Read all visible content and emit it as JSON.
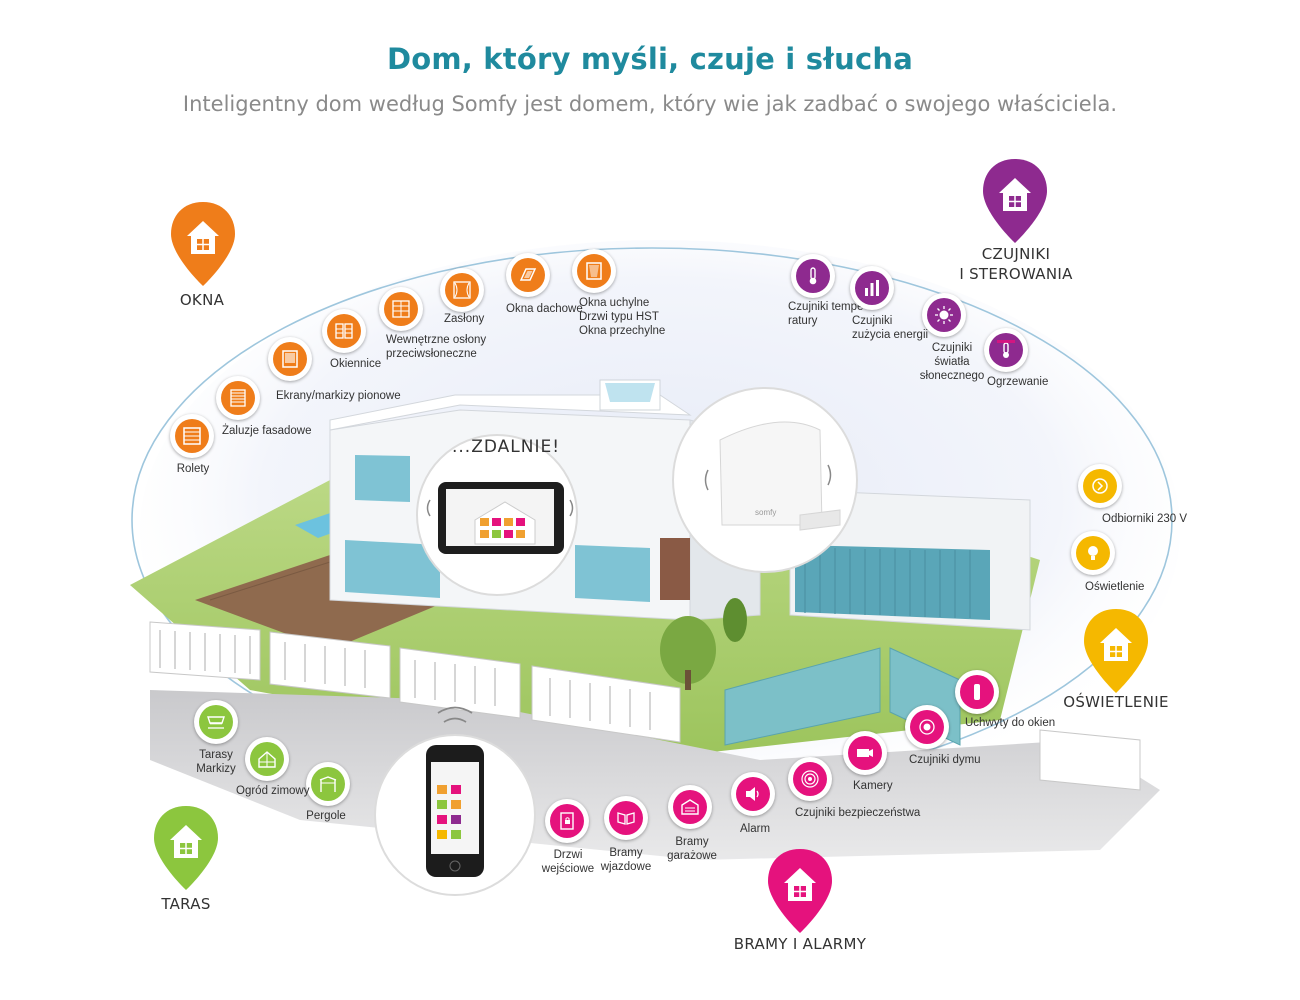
{
  "header": {
    "title": "Dom, który myśli, czuje i słucha",
    "subtitle": "Inteligentny dom według Somfy jest domem, który wie jak zadbać o swojego właściciela."
  },
  "colors": {
    "title": "#1f8a9e",
    "okna": "#ef7d1a",
    "czujniki": "#8e2a8f",
    "oswietlenie": "#f5b800",
    "bramy": "#e5127d",
    "taras": "#8cc63e",
    "ring": "#9ec6dd"
  },
  "categories": {
    "okna": {
      "label": "OKNA",
      "icon": "house-pin-icon"
    },
    "czujniki": {
      "label": "CZUJNIKI\nI STEROWANIA",
      "icon": "house-pin-icon"
    },
    "oswietlenie": {
      "label": "OŚWIETLENIE",
      "icon": "house-pin-icon"
    },
    "bramy": {
      "label": "BRAMY I ALARMY",
      "icon": "house-pin-icon"
    },
    "taras": {
      "label": "TARAS",
      "icon": "house-pin-icon"
    }
  },
  "center": {
    "remote_label": "...ZDALNIE!",
    "brand": "somfy"
  },
  "items": {
    "rolety": {
      "label": "Rolety",
      "icon": "roller-shutter-icon"
    },
    "zaluzje": {
      "label": "Żaluzje fasadowe",
      "icon": "venetian-blind-icon"
    },
    "ekrany": {
      "label": "Ekrany/markizy pionowe",
      "icon": "vertical-screen-icon"
    },
    "okiennice": {
      "label": "Okiennice",
      "icon": "shutters-icon"
    },
    "oslony": {
      "label": "Wewnętrzne osłony\nprzeciwsłoneczne",
      "icon": "interior-blind-icon"
    },
    "zaslony": {
      "label": "Zasłony",
      "icon": "curtain-icon"
    },
    "okna_dachowe": {
      "label": "Okna dachowe",
      "icon": "roof-window-icon"
    },
    "okna_uchylne": {
      "label": "Okna uchylne\nDrzwi typu HST\nOkna przechylne",
      "icon": "tilt-window-icon"
    },
    "czujniki_temp": {
      "label": "Czujniki tempe-\nratury",
      "icon": "thermometer-icon"
    },
    "czujniki_energii": {
      "label": "Czujniki\nzużycia energii",
      "icon": "energy-bars-icon"
    },
    "czujniki_swiatla": {
      "label": "Czujniki\nświatła\nsłonecznego",
      "icon": "sun-icon"
    },
    "ogrzewanie": {
      "label": "Ogrzewanie",
      "icon": "heating-thermometer-icon"
    },
    "odbiorniki": {
      "label": "Odbiorniki 230 V",
      "icon": "plug-icon"
    },
    "oswietlenie_item": {
      "label": "Oświetlenie",
      "icon": "light-bulb-icon"
    },
    "uchwyty": {
      "label": "Uchwyty do okien",
      "icon": "window-handle-icon"
    },
    "czujniki_dymu": {
      "label": "Czujniki dymu",
      "icon": "smoke-detector-icon"
    },
    "kamery": {
      "label": "Kamery",
      "icon": "camera-icon"
    },
    "czujniki_bezp": {
      "label": "Czujniki bezpieczeństwa",
      "icon": "motion-sensor-icon"
    },
    "alarm": {
      "label": "Alarm",
      "icon": "siren-icon"
    },
    "bramy_garazowe": {
      "label": "Bramy\ngarażowe",
      "icon": "garage-door-icon"
    },
    "bramy_wjazdowe": {
      "label": "Bramy\nwjazdowe",
      "icon": "driveway-gate-icon"
    },
    "drzwi": {
      "label": "Drzwi\nwejściowe",
      "icon": "door-lock-icon"
    },
    "pergole": {
      "label": "Pergole",
      "icon": "pergola-icon"
    },
    "ogrod": {
      "label": "Ogród zimowy",
      "icon": "conservatory-icon"
    },
    "tarasy": {
      "label": "Tarasy\nMarkizy",
      "icon": "awning-icon"
    }
  }
}
